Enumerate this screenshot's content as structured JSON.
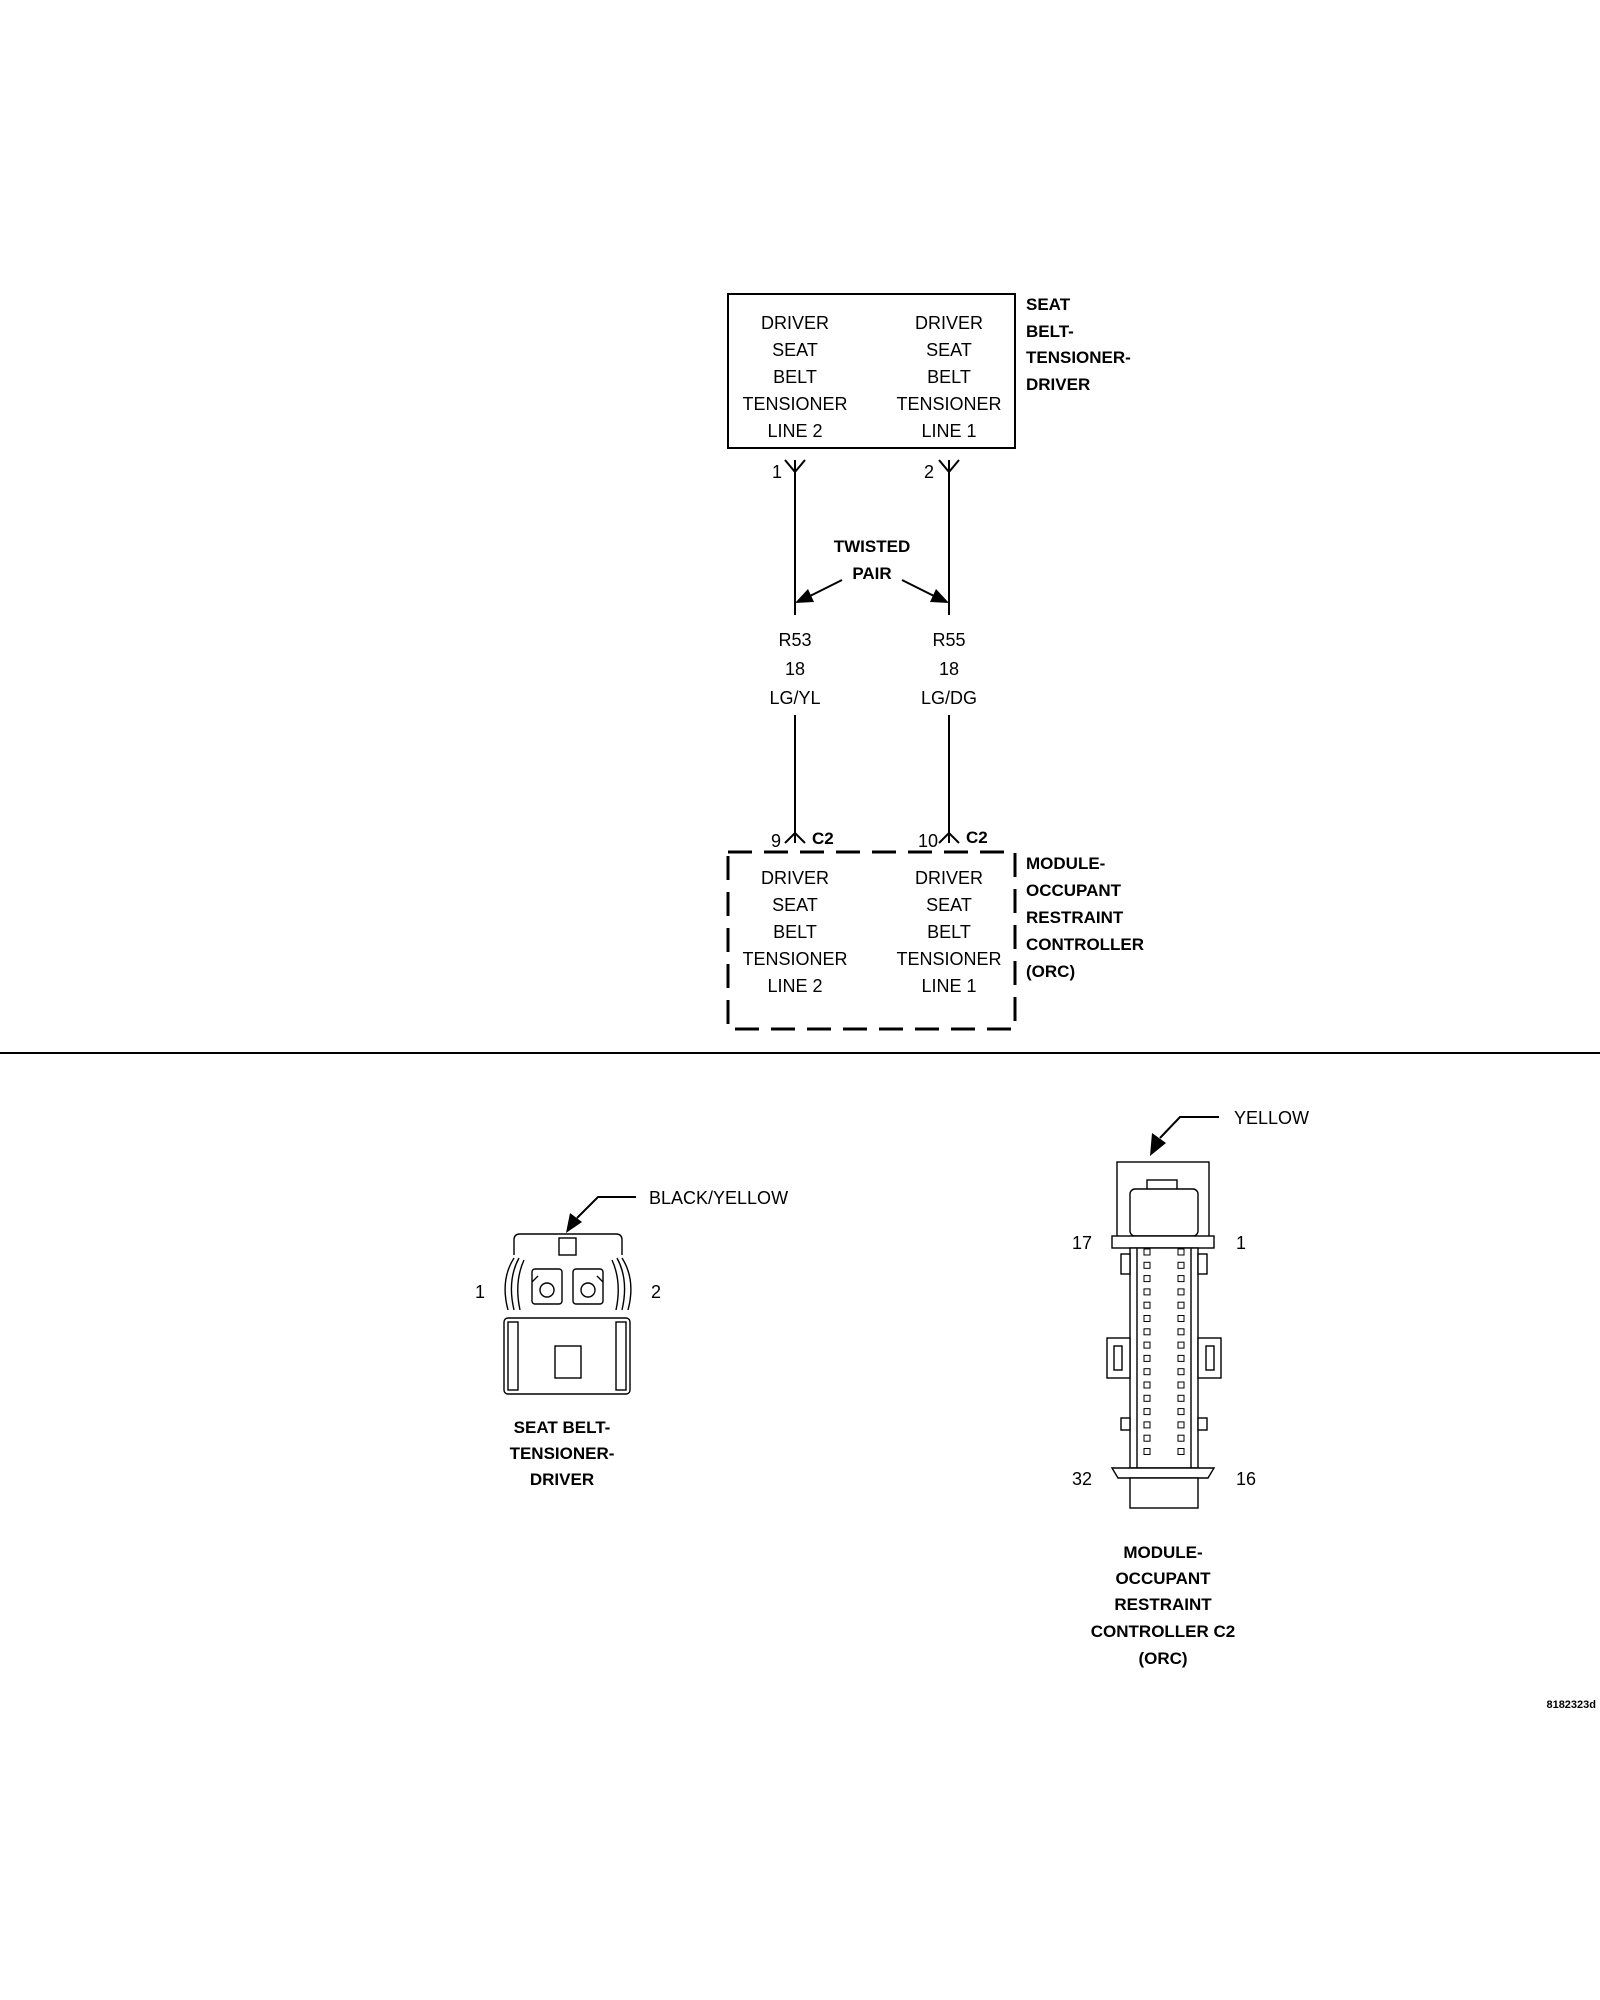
{
  "top_component": {
    "label_lines": [
      "SEAT",
      "BELT-",
      "TENSIONER-",
      "DRIVER"
    ],
    "col_left": [
      "DRIVER",
      "SEAT",
      "BELT",
      "TENSIONER",
      "LINE 2"
    ],
    "col_right": [
      "DRIVER",
      "SEAT",
      "BELT",
      "TENSIONER",
      "LINE 1"
    ]
  },
  "wiring": {
    "top_pin_left": "1",
    "top_pin_right": "2",
    "twisted_pair_lines": [
      "TWISTED",
      "PAIR"
    ],
    "wire_left": [
      "R53",
      "18",
      "LG/YL"
    ],
    "wire_right": [
      "R55",
      "18",
      "LG/DG"
    ],
    "bottom_pin_left": "9",
    "bottom_pin_right": "10",
    "connector_left": "C2",
    "connector_right": "C2"
  },
  "bottom_component": {
    "label_lines": [
      "MODULE-",
      "OCCUPANT",
      "RESTRAINT",
      "CONTROLLER",
      "(ORC)"
    ],
    "col_left": [
      "DRIVER",
      "SEAT",
      "BELT",
      "TENSIONER",
      "LINE 2"
    ],
    "col_right": [
      "DRIVER",
      "SEAT",
      "BELT",
      "TENSIONER",
      "LINE 1"
    ]
  },
  "connector_tensioner": {
    "color_callout": "BLACK/YELLOW",
    "pin_left": "1",
    "pin_right": "2",
    "caption_lines": [
      "SEAT BELT-",
      "TENSIONER-",
      "DRIVER"
    ]
  },
  "connector_orc": {
    "color_callout": "YELLOW",
    "pin_top_left": "17",
    "pin_top_right": "1",
    "pin_bottom_left": "32",
    "pin_bottom_right": "16",
    "caption_lines": [
      "MODULE-",
      "OCCUPANT",
      "RESTRAINT",
      "CONTROLLER C2",
      "(ORC)"
    ]
  },
  "figure_id": "8182323d"
}
